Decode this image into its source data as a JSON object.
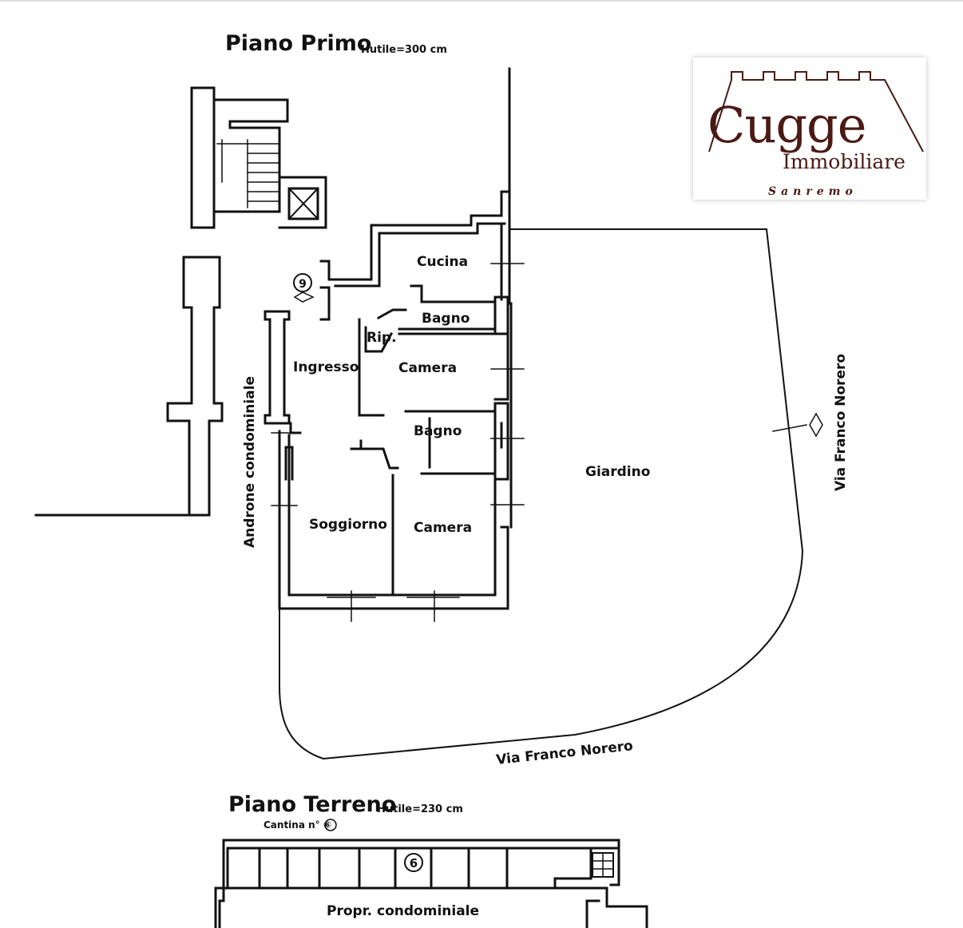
{
  "first_floor": {
    "title": "Piano Primo",
    "height_note": "Hutile=300 cm",
    "unit_number": "9"
  },
  "ground_floor": {
    "title": "Piano Terreno",
    "height_note": "Hutile=230 cm",
    "cellar_label": "Cantina n° ⑥",
    "cellar_number": "6",
    "corridor_label": "Propr. condominiale"
  },
  "rooms": {
    "cucina": "Cucina",
    "bagno1": "Bagno",
    "rip": "Rip.",
    "ingresso": "Ingresso",
    "camera1": "Camera",
    "bagno2": "Bagno",
    "soggiorno": "Soggiorno",
    "camera2": "Camera",
    "giardino": "Giardino",
    "androne": "Androne condominiale"
  },
  "streets": {
    "bottom": "Via Franco Norero",
    "right": "Via Franco Norero"
  },
  "logo": {
    "name": "Cugge",
    "subtitle": "Immobiliare",
    "city": "Sanremo",
    "color": "#4a1a14"
  }
}
